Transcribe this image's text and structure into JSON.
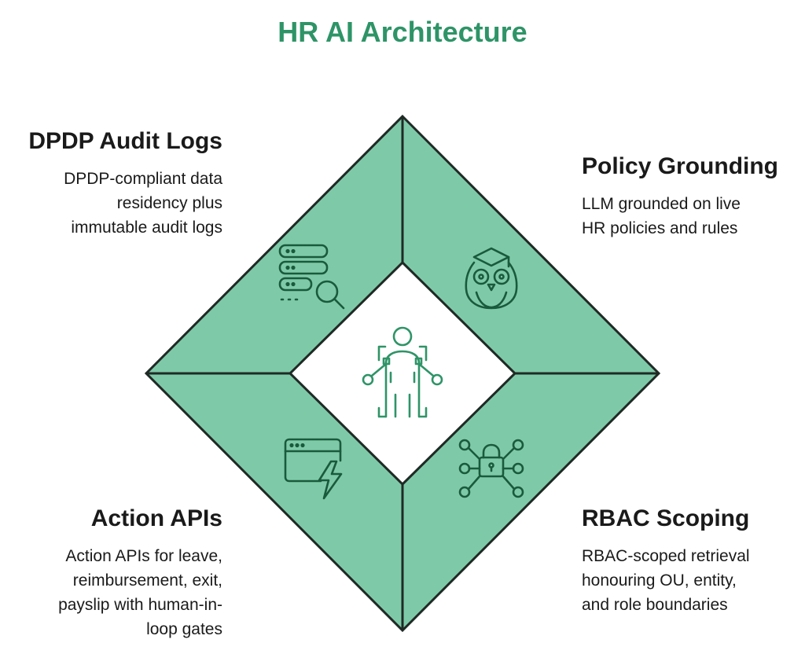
{
  "title": "HR AI Architecture",
  "colors": {
    "title": "#2e9467",
    "fill": "#7ecaa8",
    "outline": "#1f2a25",
    "icon": "#1a5a3c",
    "center_icon": "#2e9467"
  },
  "quadrants": {
    "dpdp": {
      "heading": "DPDP Audit Logs",
      "text": [
        "DPDP-compliant data",
        "residency plus",
        "immutable audit logs"
      ],
      "icon": "database-search-icon"
    },
    "policy": {
      "heading": "Policy Grounding",
      "text": [
        "LLM grounded on live",
        "HR policies and rules"
      ],
      "icon": "graduate-owl-icon"
    },
    "action": {
      "heading": "Action APIs",
      "text": [
        "Action APIs for leave,",
        "reimbursement, exit,",
        "payslip with human-in-",
        "loop gates"
      ],
      "icon": "browser-lightning-icon"
    },
    "rbac": {
      "heading": "RBAC Scoping",
      "text": [
        "RBAC-scoped retrieval",
        "honouring OU, entity,",
        "and role boundaries"
      ],
      "icon": "network-lock-icon"
    }
  },
  "center": {
    "icon": "ai-person-icon"
  }
}
